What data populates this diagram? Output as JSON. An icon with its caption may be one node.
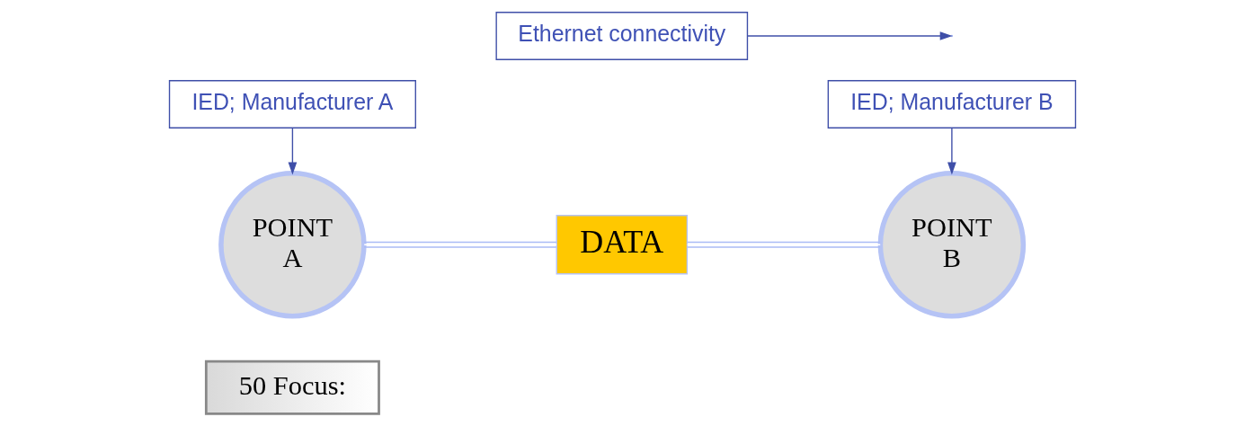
{
  "diagram": {
    "nodes": [
      {
        "text": [
          "50 Focus:"
        ]
      },
      {
        "text": [
          "IED; Manufacturer B"
        ]
      },
      {
        "text": [
          "IED; Manufacturer A"
        ]
      },
      {
        "text": [
          "POINT A"
        ]
      },
      {
        "text": [
          "DATA"
        ]
      },
      {
        "text": [
          "POINT B"
        ]
      },
      {
        "text": [
          "Ethernet connectivity"
        ]
      }
    ],
    "edges": [
      {
        "from": 2,
        "to": 3,
        "arrow": "to"
      },
      {
        "from": 1,
        "to": 5,
        "arrow": "to"
      },
      {
        "from": 3,
        "to": 4,
        "arrow": "none",
        "color": "#aabbf5"
      },
      {
        "from": 4,
        "to": 5,
        "arrow": "none",
        "color": "#aabbf5"
      },
      {
        "from": 6,
        "to": null,
        "arrow": "to"
      }
    ]
  }
}
